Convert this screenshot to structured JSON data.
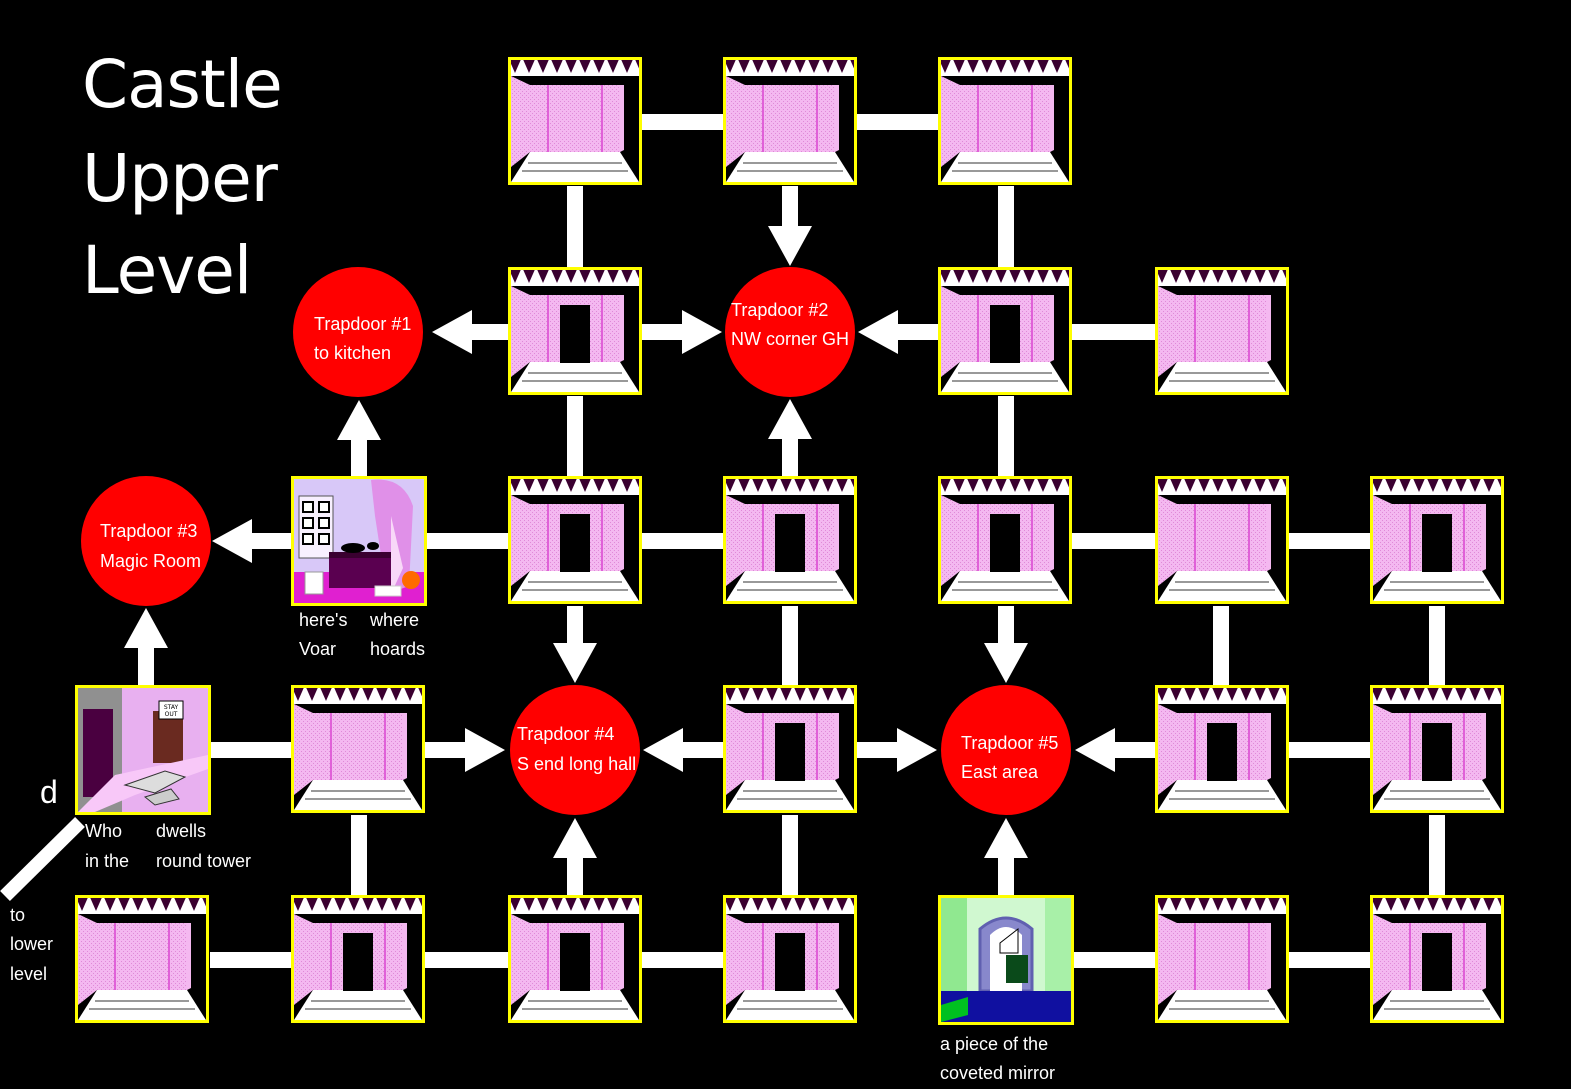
{
  "title": {
    "line1": "Castle",
    "line2": "Upper",
    "line3": "Level"
  },
  "trapdoors": [
    {
      "id": 1,
      "line1": "Trapdoor #1",
      "line2": "to kitchen"
    },
    {
      "id": 2,
      "line1": "Trapdoor #2",
      "line2": "NW corner GH"
    },
    {
      "id": 3,
      "line1": "Trapdoor #3",
      "line2": "Magic Room"
    },
    {
      "id": 4,
      "line1": "Trapdoor #4",
      "line2": "S end long hall"
    },
    {
      "id": 5,
      "line1": "Trapdoor #5",
      "line2": "East area"
    }
  ],
  "captions": {
    "voar_a1": "here's",
    "voar_a2": "Voar",
    "voar_b1": "where",
    "voar_b2": "hoards",
    "tower_a1": "Who",
    "tower_a2": "in the",
    "tower_b1": "dwells",
    "tower_b2": "round tower",
    "mirror1": "a piece of the",
    "mirror2": "coveted mirror",
    "lower1": "to",
    "lower2": "lower",
    "lower3": "level",
    "d": "d"
  },
  "colors": {
    "background": "#000000",
    "trapdoor": "#ff0000",
    "room_border": "#ffff00",
    "room_wall": "#f4b8f0",
    "connector": "#ffffff"
  }
}
